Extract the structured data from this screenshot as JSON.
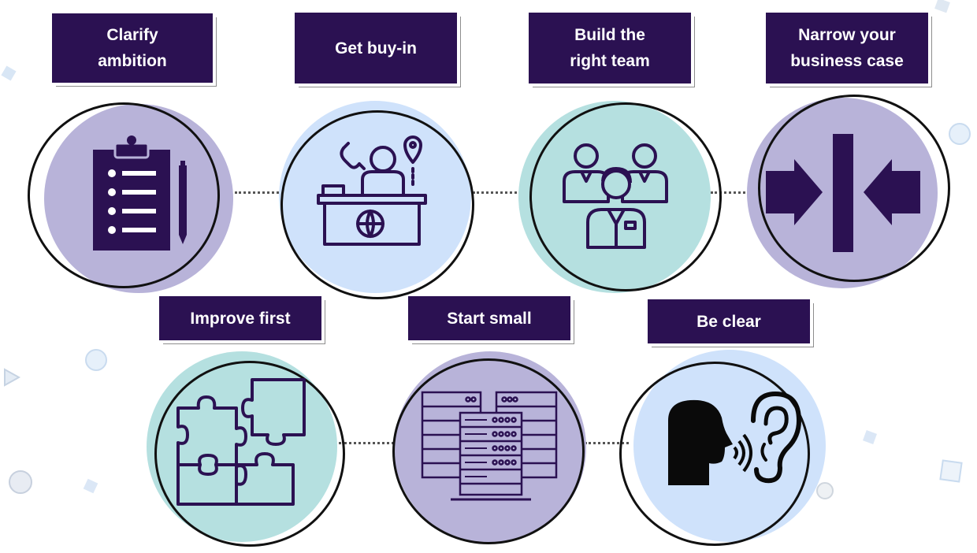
{
  "steps": [
    {
      "label": "Clarify\nambition",
      "icon": "clipboard-list-icon"
    },
    {
      "label": "Get buy-in",
      "icon": "reception-desk-icon"
    },
    {
      "label": "Build the\nright team",
      "icon": "team-icon"
    },
    {
      "label": "Narrow your\nbusiness case",
      "icon": "converging-arrows-icon"
    },
    {
      "label": "Improve first",
      "icon": "puzzle-icon"
    },
    {
      "label": "Start small",
      "icon": "server-racks-icon"
    },
    {
      "label": "Be clear",
      "icon": "speaking-listening-icon"
    }
  ],
  "colors": {
    "label_bg": "#2b1152",
    "icon": "#2b1152",
    "lavender": "#b8b3d9",
    "light_blue": "#cfe2fb",
    "teal": "#b5e0e0"
  }
}
